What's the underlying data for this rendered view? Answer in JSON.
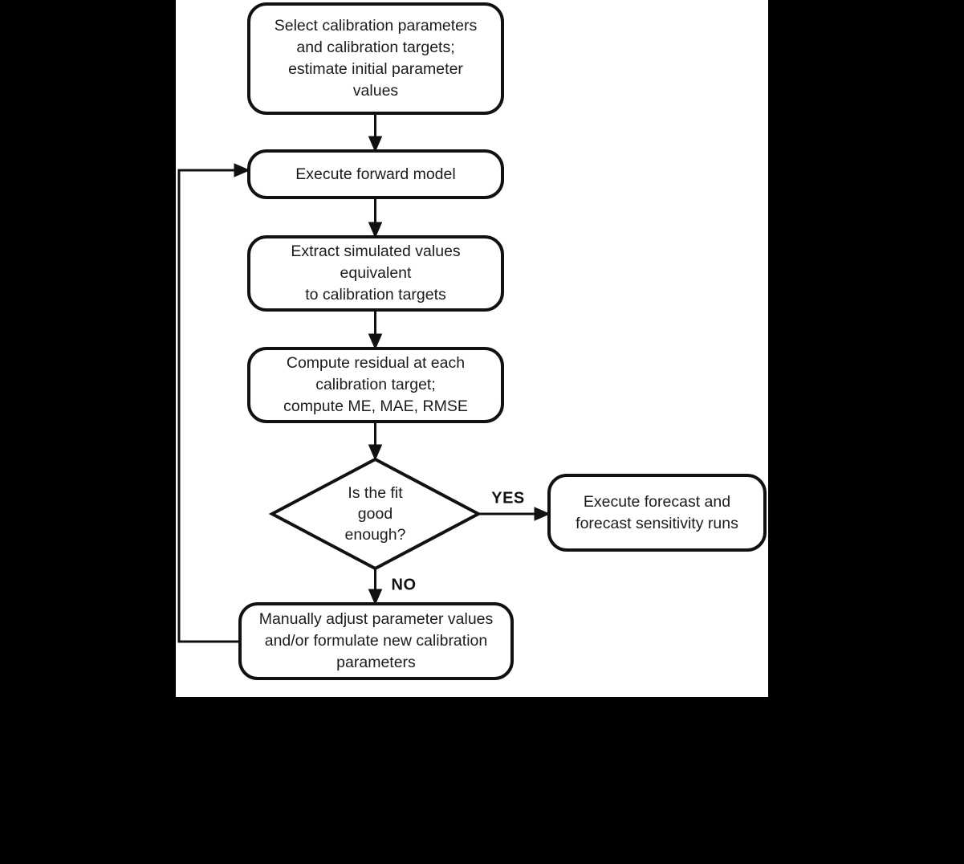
{
  "flowchart": {
    "nodes": {
      "select_params": {
        "label": "Select calibration parameters\nand calibration targets;\nestimate initial parameter\nvalues"
      },
      "execute_forward": {
        "label": "Execute forward model"
      },
      "extract_values": {
        "label": "Extract simulated values\nequivalent\nto calibration targets"
      },
      "compute_residual": {
        "label": "Compute residual at each\ncalibration target;\ncompute ME, MAE, RMSE"
      },
      "fit_decision": {
        "label": "Is the fit\ngood\nenough?"
      },
      "execute_forecast": {
        "label": "Execute forecast and\nforecast sensitivity runs"
      },
      "adjust_params": {
        "label": "Manually adjust parameter values\nand/or formulate new calibration\nparameters"
      }
    },
    "edge_labels": {
      "yes": "YES",
      "no": "NO"
    },
    "colors": {
      "background": "#000000",
      "canvas": "#ffffff",
      "stroke": "#111111",
      "text": "#1c1c1c"
    }
  }
}
